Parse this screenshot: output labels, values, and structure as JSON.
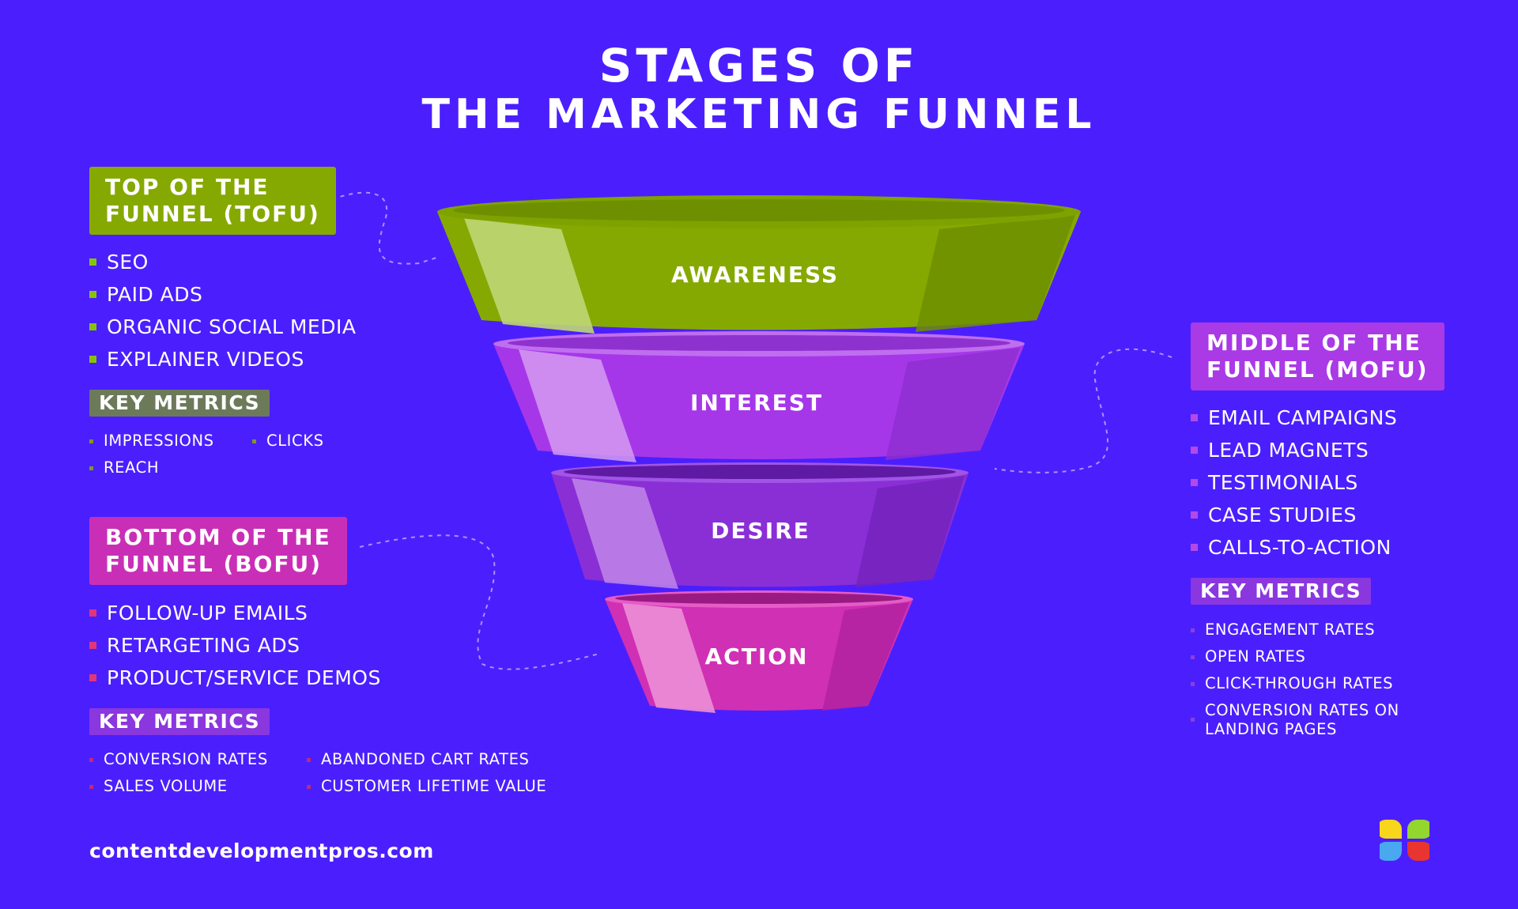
{
  "title": {
    "line1": "STAGES OF",
    "line2": "THE MARKETING FUNNEL"
  },
  "funnel": {
    "stages": [
      {
        "label": "AWARENESS",
        "color": "#86a902"
      },
      {
        "label": "INTEREST",
        "color": "#a637e9"
      },
      {
        "label": "DESIRE",
        "color": "#8a2fd6"
      },
      {
        "label": "ACTION",
        "color": "#d030b4"
      }
    ]
  },
  "tofu": {
    "label_line1": "TOP OF THE",
    "label_line2": "FUNNEL (TOFU)",
    "color": "#86a902",
    "items": [
      "SEO",
      "PAID ADS",
      "ORGANIC SOCIAL MEDIA",
      "EXPLAINER VIDEOS"
    ],
    "key_metrics_label": "KEY METRICS",
    "key_metrics_color": "#6c7a5a",
    "metrics": [
      "IMPRESSIONS",
      "CLICKS",
      "REACH"
    ]
  },
  "mofu": {
    "label_line1": "MIDDLE OF THE",
    "label_line2": "FUNNEL (MOFU)",
    "color": "#a93ae6",
    "items": [
      "EMAIL CAMPAIGNS",
      "LEAD MAGNETS",
      "TESTIMONIALS",
      "CASE STUDIES",
      "CALLS-TO-ACTION"
    ],
    "key_metrics_label": "KEY METRICS",
    "key_metrics_color": "#8a37e0",
    "metrics": [
      "ENGAGEMENT RATES",
      "OPEN RATES",
      "CLICK-THROUGH RATES",
      "CONVERSION RATES ON",
      "LANDING PAGES"
    ]
  },
  "bofu": {
    "label_line1": "BOTTOM OF THE",
    "label_line2": "FUNNEL (BOFU)",
    "color": "#c92fb6",
    "items": [
      "FOLLOW-UP EMAILS",
      "RETARGETING ADS",
      "PRODUCT/SERVICE DEMOS"
    ],
    "key_metrics_label": "KEY METRICS",
    "key_metrics_color": "#8a37e0",
    "metrics": [
      "CONVERSION RATES",
      "ABANDONED CART RATES",
      "SALES VOLUME",
      "CUSTOMER LIFETIME VALUE"
    ]
  },
  "footer": {
    "website": "contentdevelopmentpros.com"
  },
  "logo": {
    "icon": "flower-logo-icon",
    "colors": [
      "#f7d61b",
      "#93d62e",
      "#4aa8f0",
      "#e8352f"
    ]
  }
}
